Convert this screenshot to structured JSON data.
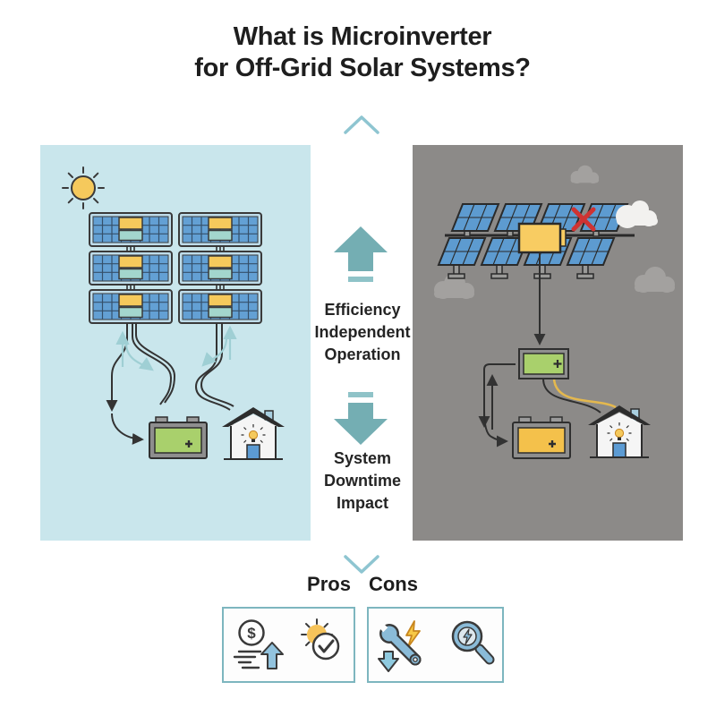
{
  "title": {
    "line1": "What is Microinverter",
    "line2": "for Off-Grid Solar Systems?"
  },
  "center": {
    "up_arrow_label": {
      "line1": "Efficiency",
      "line2": "Independent",
      "line3": "Operation"
    },
    "down_arrow_label": {
      "line1": "System",
      "line2": "Downtime",
      "line3": "Impact"
    }
  },
  "panels": {
    "left": {
      "name": "microinverter-system-illustration",
      "background": "#c9e6ec",
      "icons": [
        "sun-icon",
        "solar-panel-with-microinverter (x6)",
        "battery-icon",
        "house-icon",
        "wire-arrows"
      ]
    },
    "right": {
      "name": "central-inverter-system-illustration",
      "background": "#8c8a88",
      "icons": [
        "cloud-icon (x4)",
        "tilted-solar-array",
        "central-inverter-icon",
        "fault-x-icon",
        "charge-controller-icon",
        "battery-icon",
        "house-icon",
        "flow-arrows"
      ]
    }
  },
  "footer": {
    "pros_label": "Pros",
    "cons_label": "Cons",
    "pros_coin_symbol": "$",
    "pros_icons": [
      "savings-growth-icon",
      "sun-check-icon"
    ],
    "cons_icons": [
      "maintenance-wrench-lightning-icon",
      "inspection-magnifier-icon"
    ]
  },
  "colors": {
    "left_panel_bg": "#c9e6ec",
    "right_panel_bg": "#8c8a88",
    "accent_teal_arrow": "#74aeb3",
    "accent_teal_bar": "#8fc3c8",
    "chevron_teal": "#8ec5d1",
    "box_border_teal": "#7db6bf",
    "solar_blue": "#5d9bd0",
    "panel_frame_blue": "#bedcea",
    "microinverter_yellow": "#f5c95c",
    "module_teal": "#a3d6cd",
    "battery_green": "#a9d06c",
    "battery_yellow": "#f4c14b",
    "fault_red": "#cf3333",
    "icon_blue": "#8abbd8",
    "wire_yellow": "#e4b84e",
    "text_dark": "#1e1e1e"
  }
}
